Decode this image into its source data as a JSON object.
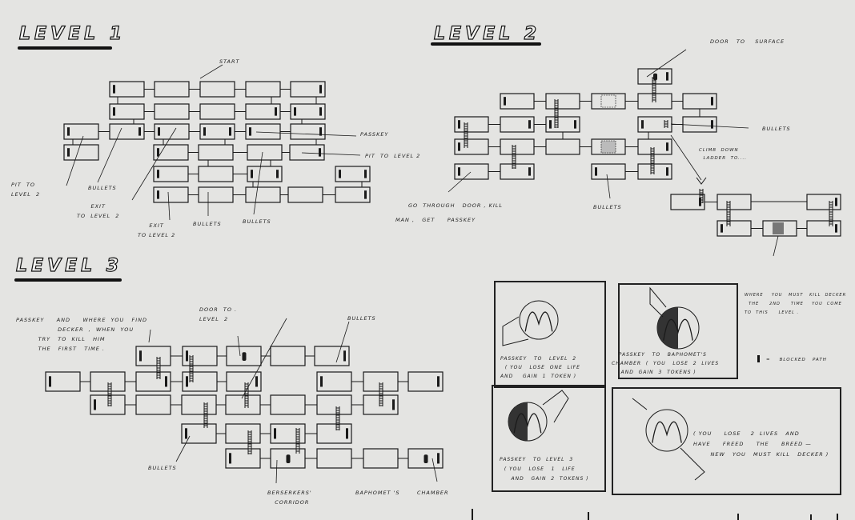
{
  "level1": {
    "title": "LEVEL 1",
    "labels": {
      "start": "START",
      "passkey": "PASSKEY",
      "pit_right": "PIT  TO  LEVEL 2",
      "pit_left": "PIT  TO\nLEVEL  2",
      "bullets_a": "BULLETS",
      "exit_a": "EXIT\nTO  LEVEL  2",
      "exit_b": "EXIT\nTO LEVEL 2",
      "bullets_b": "BULLETS",
      "bullets_c": "BULLETS"
    }
  },
  "level2": {
    "title": "LEVEL 2",
    "labels": {
      "door_surface": "DOOR   TO    SURFACE",
      "bullets_right": "BULLETS",
      "climb": "CLIMB  DOWN\n  LADDER  TO....",
      "go_through": "GO  THROUGH   DOOR , KILL",
      "man_get": "MAN ,   GET     PASSKEY",
      "bullets_mid": "BULLETS"
    }
  },
  "level3": {
    "title": "LEVEL 3",
    "labels": {
      "passkey_decker": "PASSKEY     AND     WHERE  YOU   FIND\n                 DECKER  ,  WHEN  YOU\n         TRY   TO  KILL   HIM\n         THE   FIRST   TIME .",
      "door_level2": "DOOR  TO .\nLEVEL  2",
      "bullets_top": "BULLETS",
      "bullets_bottom": "BULLETS",
      "berserkers": "BERSERKERS'\n   CORRIDOR",
      "baphomet": "BAPHOMET 'S       CHAMBER"
    }
  },
  "panels": {
    "p1": "PASSKEY   TO   LEVEL  2\n  ( YOU   LOSE  ONE  LIFE\nAND    GAIN  1  TOKEN )",
    "p2": "   PASSKEY   TO   BAPHOMET'S\nCHAMBER  (  YOU   LOSE  2  LIVES\n    AND  GAIN  3  TOKENS )",
    "p3": "PASSKEY   TO  LEVEL  3\n  ( YOU   LOSE   1   LIFE\n     AND   GAIN  2  TOKENS )",
    "p4": "( YOU     LOSE    2  LIVES   AND\nHAVE     FREED     THE     BREED —\n       NEW   YOU   MUST  KILL   DECKER )"
  },
  "notes": {
    "decker": "WHERE    YOU   MUST   KILL  DECKER\n  THE     2ND     TIME    YOU  COME\nTO  THIS     LEVEL .",
    "legend": "=    BLOCKED   PATH"
  },
  "colors": {
    "ink": "#1a1a1a",
    "paper": "#e4e4e2"
  }
}
